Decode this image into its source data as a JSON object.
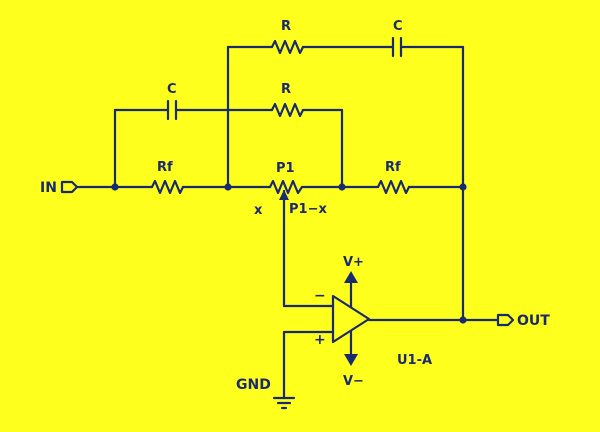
{
  "labels": {
    "in": "IN",
    "out": "OUT",
    "gnd": "GND",
    "rf_left": "Rf",
    "rf_right": "Rf",
    "r_top": "R",
    "c_top": "C",
    "c_mid": "C",
    "r_mid": "R",
    "p1": "P1",
    "x": "x",
    "p1_minus_x": "P1−x",
    "v_plus": "V+",
    "v_minus": "V−",
    "minus": "−",
    "plus": "+",
    "opamp": "U1-A"
  },
  "colors": {
    "background": "#ffff1e",
    "ink": "#1a2a6e"
  }
}
